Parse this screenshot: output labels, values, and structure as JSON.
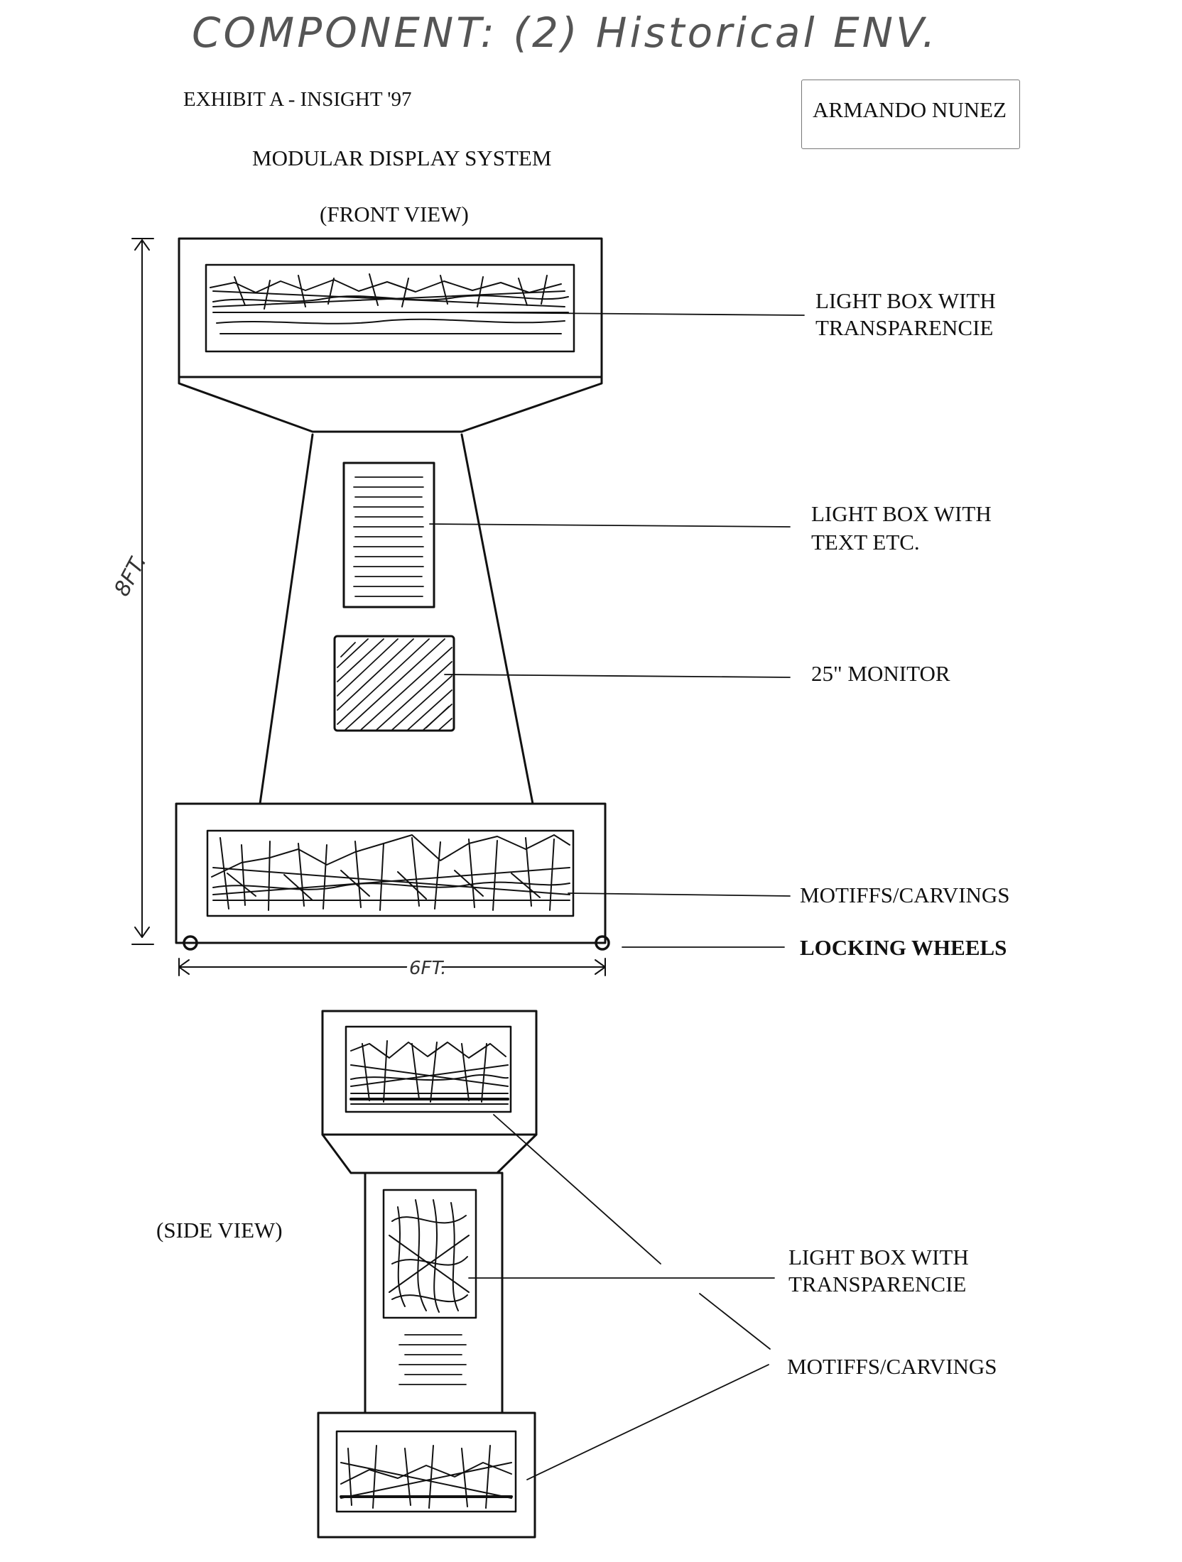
{
  "header": {
    "handwritten_component": "COMPONENT: (2) Historical ENV.",
    "exhibit": "EXHIBIT A - INSIGHT '97",
    "author": "ARMANDO NUNEZ",
    "title": "MODULAR DISPLAY SYSTEM"
  },
  "front_view": {
    "caption": "(FRONT VIEW)",
    "height_dim": "8FT.",
    "width_dim": "6FT.",
    "labels": {
      "top_lightbox_l1": "LIGHT BOX WITH",
      "top_lightbox_l2": "TRANSPARENCIE",
      "text_lightbox_l1": "LIGHT BOX WITH",
      "text_lightbox_l2": "TEXT ETC.",
      "monitor": "25\" MONITOR",
      "motifs": "MOTIFFS/CARVINGS",
      "wheels": "LOCKING WHEELS"
    }
  },
  "side_view": {
    "caption": "(SIDE VIEW)",
    "labels": {
      "lightbox_l1": "LIGHT BOX WITH",
      "lightbox_l2": "TRANSPARENCIE",
      "motifs": "MOTIFFS/CARVINGS"
    }
  },
  "colors": {
    "ink": "#111111",
    "pencil": "#333333",
    "paper": "#ffffff"
  }
}
